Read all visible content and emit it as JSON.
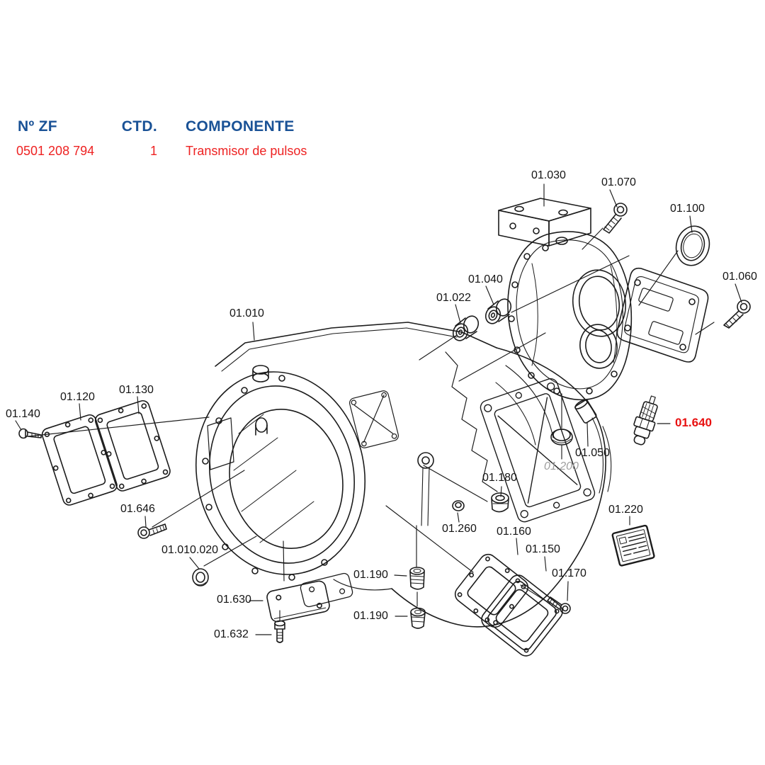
{
  "header": {
    "col_zf": "Nº ZF",
    "col_qty": "CTD.",
    "col_component": "COMPONENTE",
    "part_number": "0501 208 794",
    "qty": "1",
    "component": "Transmisor de pulsos"
  },
  "colors": {
    "header_blue": "#1a5296",
    "row_red": "#ee2222",
    "highlight_red": "#e81111",
    "muted_gray": "#9e9e9e",
    "line_color": "#1c1c1c"
  },
  "diagram": {
    "callouts": [
      {
        "label": "01.030",
        "highlight": "none"
      },
      {
        "label": "01.070",
        "highlight": "none"
      },
      {
        "label": "01.100",
        "highlight": "none"
      },
      {
        "label": "01.060",
        "highlight": "none"
      },
      {
        "label": "01.040",
        "highlight": "none"
      },
      {
        "label": "01.022",
        "highlight": "none"
      },
      {
        "label": "01.010",
        "highlight": "none"
      },
      {
        "label": "01.120",
        "highlight": "none"
      },
      {
        "label": "01.130",
        "highlight": "none"
      },
      {
        "label": "01.140",
        "highlight": "none"
      },
      {
        "label": "01.646",
        "highlight": "none"
      },
      {
        "label": "01.010.020",
        "highlight": "none"
      },
      {
        "label": "01.630",
        "highlight": "none"
      },
      {
        "label": "01.632",
        "highlight": "none"
      },
      {
        "label": "01.190",
        "highlight": "none"
      },
      {
        "label": "01.190",
        "highlight": "none"
      },
      {
        "label": "01.260",
        "highlight": "none"
      },
      {
        "label": "01.180",
        "highlight": "none"
      },
      {
        "label": "01.160",
        "highlight": "none"
      },
      {
        "label": "01.150",
        "highlight": "none"
      },
      {
        "label": "01.170",
        "highlight": "none"
      },
      {
        "label": "01.220",
        "highlight": "none"
      },
      {
        "label": "01.050",
        "highlight": "none"
      },
      {
        "label": "01.200",
        "highlight": "gray"
      },
      {
        "label": "01.640",
        "highlight": "red"
      }
    ]
  }
}
